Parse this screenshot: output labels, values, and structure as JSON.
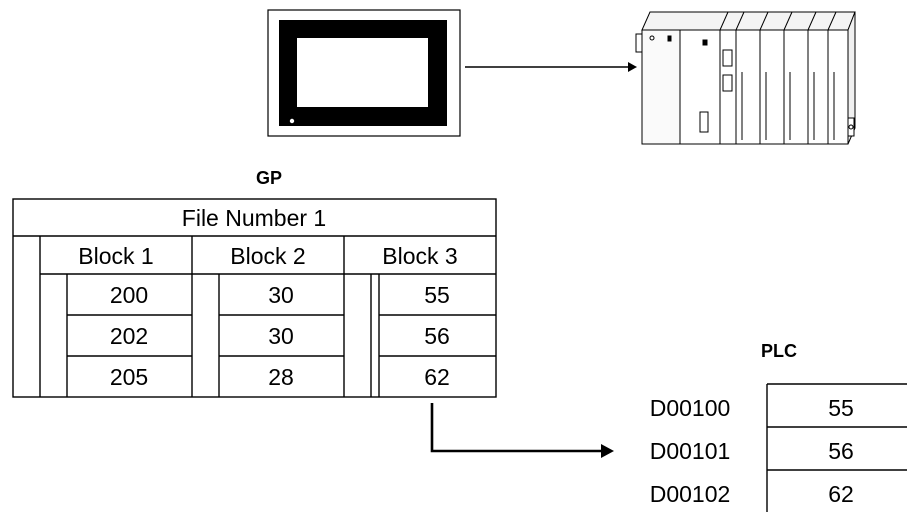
{
  "gp": {
    "label": "GP",
    "file_title": "File Number 1",
    "blocks": [
      {
        "name": "Block 1",
        "values": [
          "200",
          "202",
          "205"
        ]
      },
      {
        "name": "Block 2",
        "values": [
          "30",
          "30",
          "28"
        ]
      },
      {
        "name": "Block 3",
        "values": [
          "55",
          "56",
          "62"
        ]
      }
    ]
  },
  "plc": {
    "label": "PLC",
    "rows": [
      {
        "address": "D00100",
        "value": "55"
      },
      {
        "address": "D00101",
        "value": "56"
      },
      {
        "address": "D00102",
        "value": "62"
      }
    ]
  },
  "icons": [
    "gp-touch-panel-icon",
    "plc-rack-icon"
  ]
}
